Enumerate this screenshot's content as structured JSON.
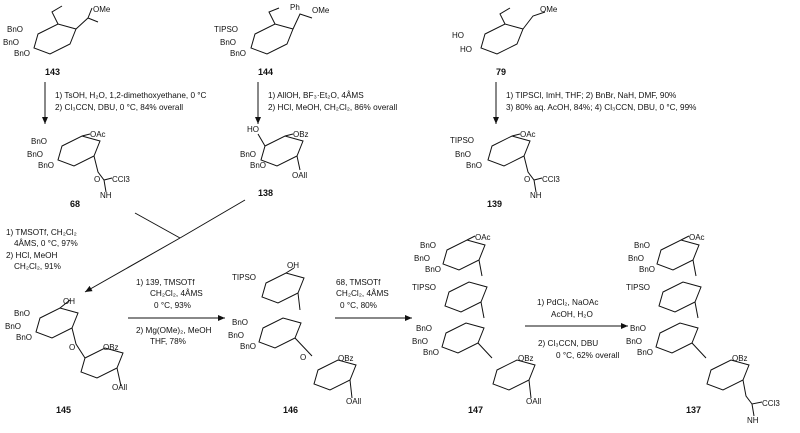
{
  "compounds": [
    {
      "id": "143",
      "subs": [
        "BnO",
        "BnO",
        "BnO",
        "OMe"
      ]
    },
    {
      "id": "144",
      "subs": [
        "TIPSO",
        "BnO",
        "BnO",
        "Ph",
        "OMe"
      ]
    },
    {
      "id": "79",
      "subs": [
        "HO",
        "HO",
        "OMe"
      ]
    },
    {
      "id": "68",
      "subs": [
        "BnO",
        "BnO",
        "BnO",
        "OAc",
        "O",
        "CCl3",
        "NH"
      ]
    },
    {
      "id": "138",
      "subs": [
        "HO",
        "BnO",
        "BnO",
        "OBz",
        "OAll"
      ]
    },
    {
      "id": "139",
      "subs": [
        "TIPSO",
        "BnO",
        "BnO",
        "OAc",
        "O",
        "CCl3",
        "NH"
      ]
    },
    {
      "id": "145",
      "subs": [
        "BnO",
        "BnO",
        "BnO",
        "OH",
        "O",
        "OBz",
        "OAll"
      ]
    },
    {
      "id": "146",
      "subs": [
        "TIPSO",
        "BnO",
        "BnO",
        "BnO",
        "OH",
        "O",
        "OBz",
        "OAll"
      ]
    },
    {
      "id": "147",
      "subs": [
        "BnO",
        "BnO",
        "BnO",
        "OAc",
        "TIPSO",
        "BnO",
        "BnO",
        "BnO",
        "OBz",
        "OAll"
      ]
    },
    {
      "id": "137",
      "subs": [
        "BnO",
        "BnO",
        "BnO",
        "OAc",
        "TIPSO",
        "BnO",
        "BnO",
        "BnO",
        "OBz",
        "CCl3",
        "NH"
      ]
    }
  ],
  "conditions": {
    "r143": [
      "1) TsOH, H₂O, 1,2-dimethoxyethane, 0 °C",
      "2) Cl₃CCN, DBU, 0 °C, 84% overall"
    ],
    "r144": [
      "1) AllOH, BF₃·Et₂O, 4ÅMS",
      "2) HCl, MeOH, CH₂Cl₂, 86% overall"
    ],
    "r79": [
      "1) TIPSCl, ImH, THF; 2) BnBr, NaH, DMF, 90%",
      "3) 80% aq. AcOH, 84%; 4) Cl₃CCN, DBU, 0 °C, 99%"
    ],
    "rCouple": [
      "1) TMSOTf, CH₂Cl₂",
      "4ÅMS, 0 °C, 97%",
      "2) HCl, MeOH",
      "CH₂Cl₂, 91%"
    ],
    "r145a": [
      "1) 139, TMSOTf",
      "CH₂Cl₂, 4ÅMS",
      "0 °C, 93%"
    ],
    "r145b": [
      "2) Mg(OMe)₂, MeOH",
      "THF, 78%"
    ],
    "r146": [
      "68, TMSOTf",
      "CH₂Cl₂, 4ÅMS",
      "0 °C, 80%"
    ],
    "r147a": [
      "1) PdCl₂, NaOAc",
      "AcOH, H₂O"
    ],
    "r147b": [
      "2) Cl₃CCN, DBU",
      "0 °C, 62% overall"
    ]
  }
}
